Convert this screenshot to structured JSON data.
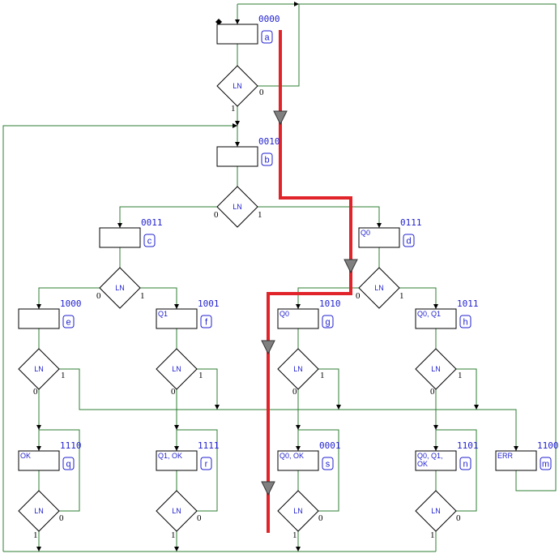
{
  "colors": {
    "wire": "#2e7d32",
    "text": "#1f1fd0",
    "path": "#e0242a",
    "arrow": "#808080"
  },
  "states": [
    {
      "tag": "a",
      "code": "0000",
      "outputs": []
    },
    {
      "tag": "b",
      "code": "0010",
      "outputs": []
    },
    {
      "tag": "c",
      "code": "0011",
      "outputs": []
    },
    {
      "tag": "d",
      "code": "0111",
      "outputs": [
        "Q0"
      ]
    },
    {
      "tag": "e",
      "code": "1000",
      "outputs": []
    },
    {
      "tag": "f",
      "code": "1001",
      "outputs": [
        "Q1"
      ]
    },
    {
      "tag": "g",
      "code": "1010",
      "outputs": [
        "Q0"
      ]
    },
    {
      "tag": "h",
      "code": "1011",
      "outputs": [
        "Q0, Q1"
      ]
    },
    {
      "tag": "q",
      "code": "1110",
      "outputs": [
        "OK"
      ]
    },
    {
      "tag": "r",
      "code": "1111",
      "outputs": [
        "Q1, OK"
      ]
    },
    {
      "tag": "s",
      "code": "0001",
      "outputs": [
        "Q0, OK"
      ]
    },
    {
      "tag": "n",
      "code": "1101",
      "outputs": [
        "Q0, Q1,",
        "OK"
      ]
    },
    {
      "tag": "m",
      "code": "1100",
      "outputs": [
        "ERR"
      ]
    }
  ],
  "condition": "LN",
  "branch": {
    "zero": "0",
    "one": "1"
  }
}
